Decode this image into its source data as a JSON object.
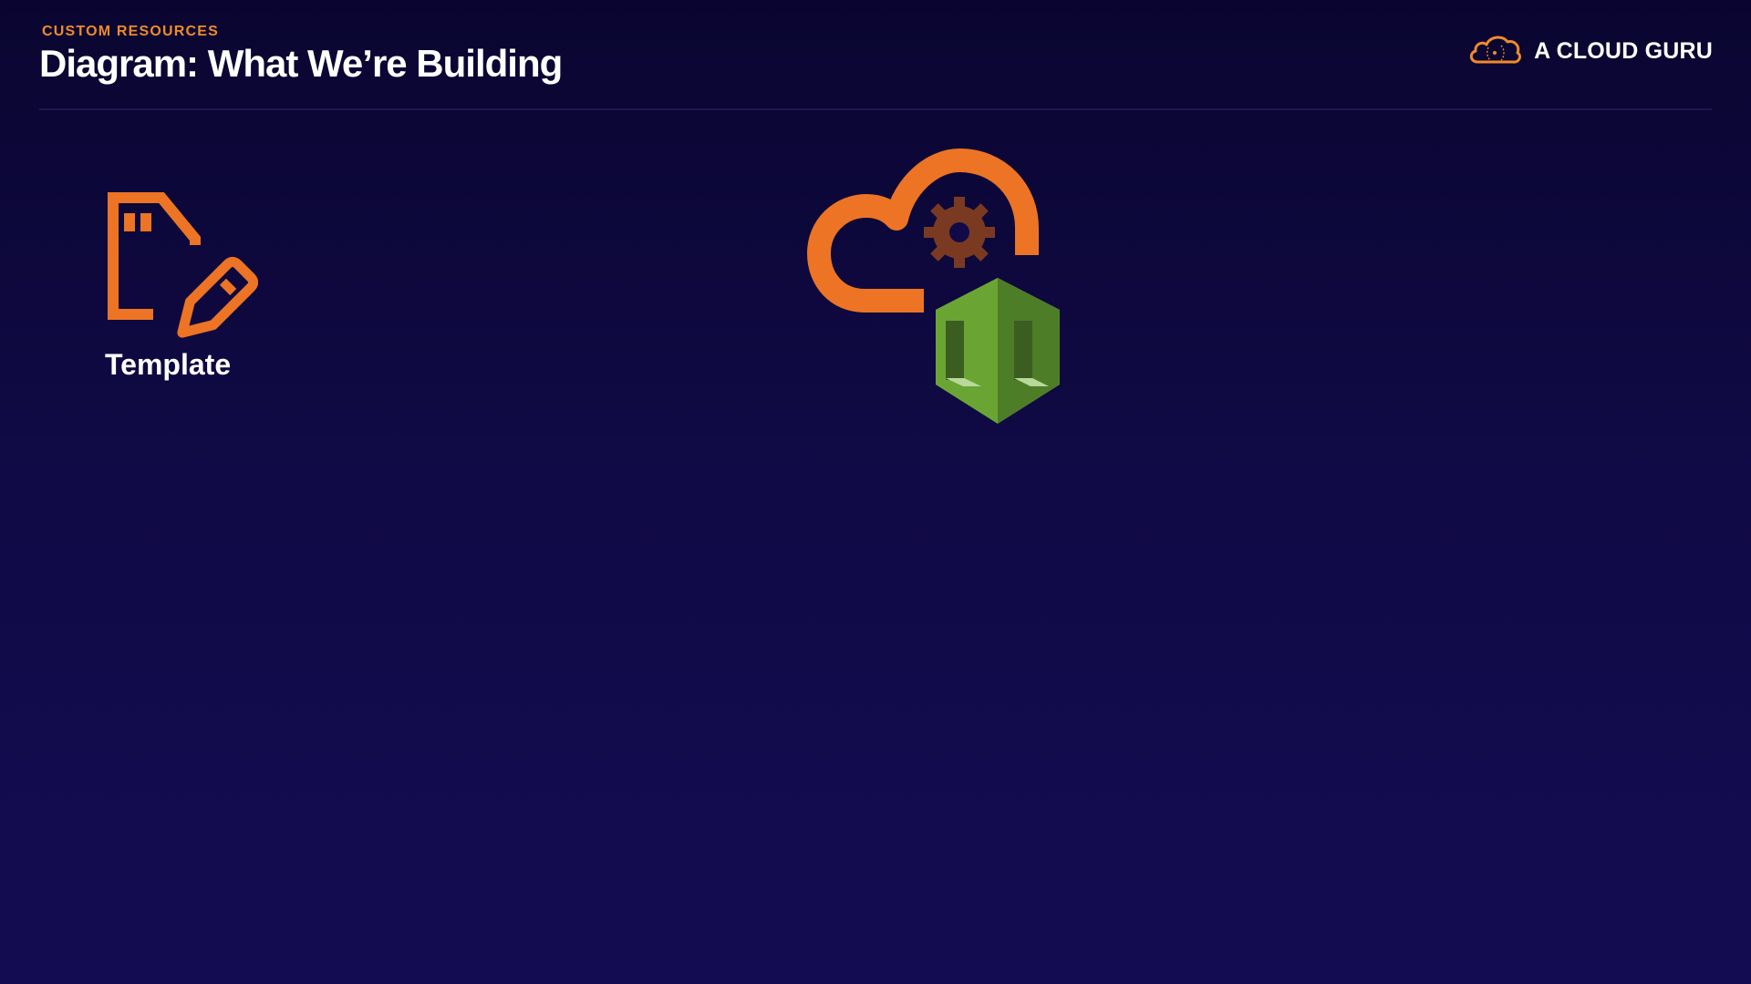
{
  "header": {
    "eyebrow": "CUSTOM RESOURCES",
    "title": "Diagram: What We’re Building"
  },
  "brand": {
    "logo_icon": "acloudguru-cloud-logo",
    "name": "A CLOUD GURU"
  },
  "diagram": {
    "template": {
      "icon": "template-document-edit-icon",
      "label": "Template"
    },
    "cloudformation": {
      "icon": "cloudformation-cloud-gear-icon",
      "badge_icon": "cloudformation-stack-icon"
    }
  },
  "colors": {
    "accent_orange": "#f08a2c",
    "background": "#100a45",
    "stack_green": "#6aa533",
    "gear_brown": "#7a3a22"
  }
}
